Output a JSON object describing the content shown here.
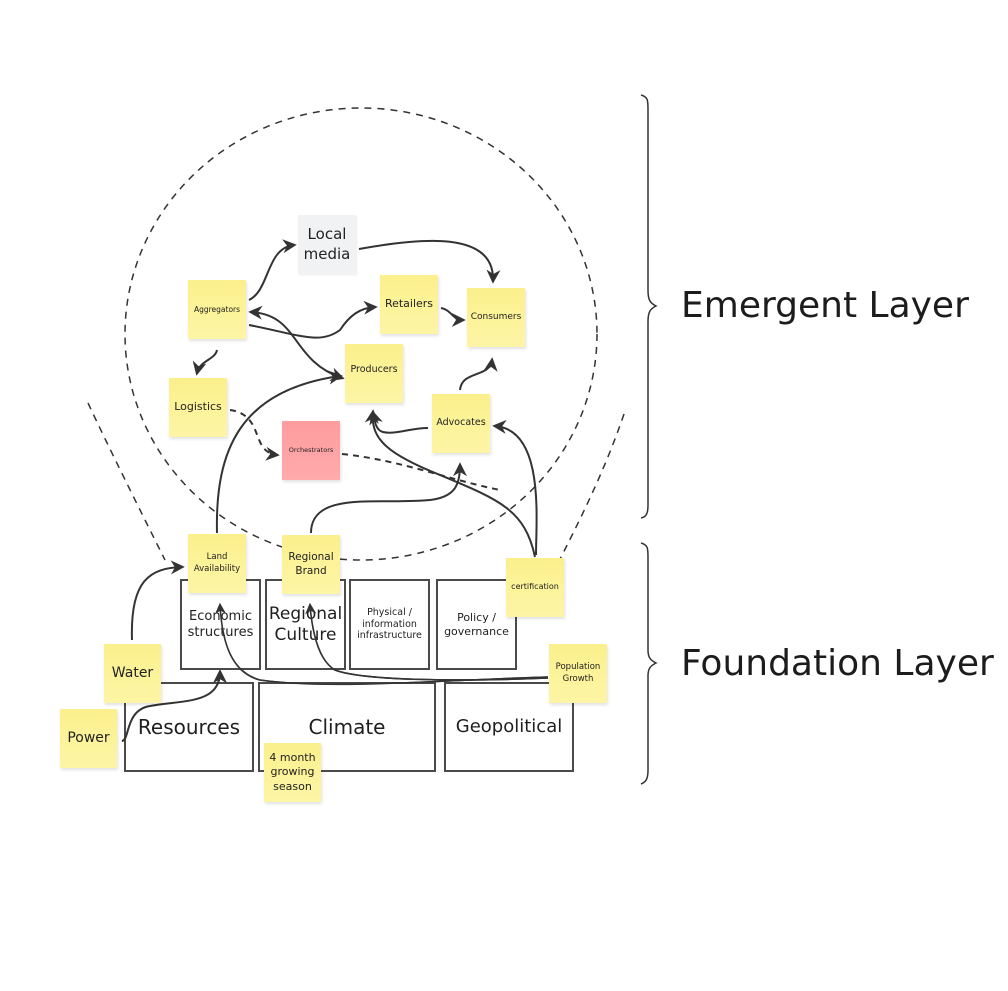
{
  "diagram": {
    "layers": [
      {
        "id": "emergent",
        "label": "Emergent Layer"
      },
      {
        "id": "foundation",
        "label": "Foundation Layer"
      }
    ],
    "foundation_boxes": {
      "economic": "Economic structures",
      "culture": "Regional Culture",
      "infra": "Physical / information infrastructure",
      "policy": "Policy / governance",
      "resources": "Resources",
      "climate": "Climate",
      "geopolitical": "Geopolitical"
    },
    "stickies": {
      "local_media": "Local media",
      "aggregators": "Aggregators",
      "retailers": "Retailers",
      "consumers": "Consumers",
      "producers": "Producers",
      "logistics": "Logistics",
      "orchestrators": "Orchestrators",
      "advocates": "Advocates",
      "land": "Land Availability",
      "brand": "Regional Brand",
      "certification": "certification",
      "water": "Water",
      "power": "Power",
      "population": "Population Growth",
      "season": "4 month growing season"
    },
    "colors": {
      "sticky_yellow": "#fbf08c",
      "sticky_pink": "#fe9c9e",
      "sticky_grey": "#f1f2f4",
      "line": "#333333"
    },
    "connections": [
      {
        "from": "Aggregators",
        "to": "Local media"
      },
      {
        "from": "Local media",
        "to": "Consumers"
      },
      {
        "from": "Aggregators",
        "to": "Retailers"
      },
      {
        "from": "Retailers",
        "to": "Consumers"
      },
      {
        "from": "Producers",
        "to": "Aggregators",
        "bidirectional": true
      },
      {
        "from": "Aggregators",
        "to": "Logistics"
      },
      {
        "from": "Logistics",
        "to": "Orchestrators",
        "style": "dashed"
      },
      {
        "from": "Land Availability",
        "to": "Producers"
      },
      {
        "from": "Advocates",
        "to": "Producers"
      },
      {
        "from": "Advocates",
        "to": "Consumers"
      },
      {
        "from": "Regional Brand",
        "to": "Advocates"
      },
      {
        "from": "certification",
        "to": "Advocates"
      },
      {
        "from": "certification",
        "to": "Producers"
      },
      {
        "from": "Orchestrators",
        "to": "certification",
        "style": "dashed"
      },
      {
        "from": "Water",
        "to": "Land Availability"
      },
      {
        "from": "Power",
        "to": "Economic structures"
      },
      {
        "from": "Population Growth",
        "to": "Economic structures"
      },
      {
        "from": "Population Growth",
        "to": "Regional Culture"
      }
    ]
  }
}
